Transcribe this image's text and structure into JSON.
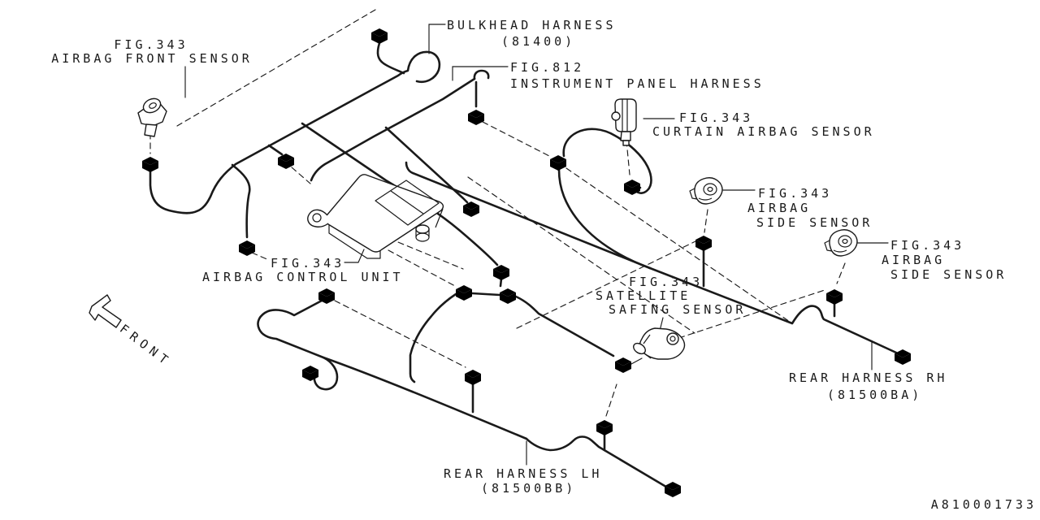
{
  "colors": {
    "ink": "#1a1a1a",
    "background": "#ffffff"
  },
  "part_number": "A810001733",
  "orientation": {
    "front_label": "FRONT"
  },
  "labels": {
    "airbag_front_sensor": {
      "fig": "FIG.343",
      "name": "AIRBAG FRONT SENSOR"
    },
    "bulkhead_harness": {
      "name": "BULKHEAD HARNESS",
      "code": "(81400)"
    },
    "instrument_panel_harness": {
      "fig": "FIG.812",
      "name": "INSTRUMENT PANEL HARNESS"
    },
    "curtain_airbag_sensor": {
      "fig": "FIG.343",
      "name": "CURTAIN AIRBAG SENSOR"
    },
    "airbag_side_sensor_1": {
      "fig": "FIG.343",
      "name_line1": "AIRBAG",
      "name_line2": "SIDE SENSOR"
    },
    "airbag_side_sensor_2": {
      "fig": "FIG.343",
      "name_line1": "AIRBAG",
      "name_line2": "SIDE SENSOR"
    },
    "airbag_control_unit": {
      "fig": "FIG.343",
      "name": "AIRBAG CONTROL UNIT"
    },
    "satellite_safing_sensor": {
      "fig": "FIG.343",
      "name_line1": "SATELLITE",
      "name_line2": "SAFING SENSOR"
    },
    "rear_harness_rh": {
      "name": "REAR HARNESS RH",
      "code": "(81500BA)"
    },
    "rear_harness_lh": {
      "name": "REAR HARNESS LH",
      "code": "(81500BB)"
    }
  }
}
